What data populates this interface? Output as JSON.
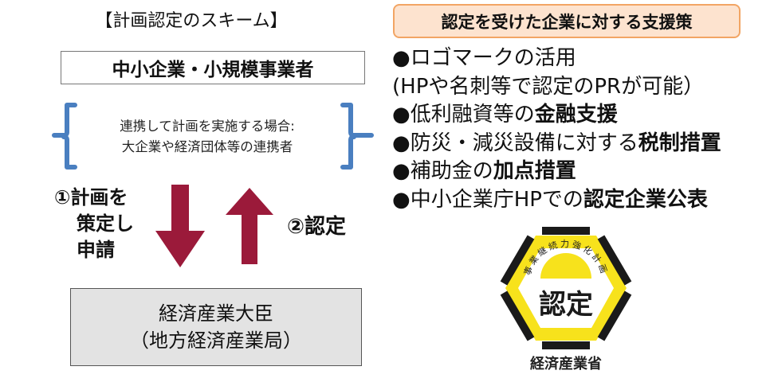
{
  "scheme": {
    "title": "【計画認定のスキーム】",
    "applicant": "中小企業・小規模事業者",
    "partner_lines": [
      "連携して計画を実施する場合:",
      "大企業や経済団体等の連携者"
    ],
    "step1_lines": [
      "①計画を",
      "策定し",
      "申請"
    ],
    "step2": "②認定",
    "minister_lines": [
      "経済産業大臣",
      "（地方経済産業局）"
    ],
    "colors": {
      "arrow": "#9b1a3a",
      "brace": "#4a7fc0",
      "minister_bg": "#e3e3e3"
    }
  },
  "support": {
    "header": "認定を受けた企業に対する支援策",
    "items": [
      {
        "bullet": "●",
        "text": "ロゴマークの活用",
        "bold": ""
      },
      {
        "bullet": "",
        "text": "(HPや名刺等で認定のPRが可能）",
        "bold": ""
      },
      {
        "bullet": "●",
        "text": "低利融資等の",
        "bold": "金融支援"
      },
      {
        "bullet": "●",
        "text": "防災・減災設備に対する",
        "bold": "税制措置"
      },
      {
        "bullet": "●",
        "text": "補助金の",
        "bold": "加点措置"
      },
      {
        "bullet": "●",
        "text": "中小企業庁HPでの",
        "bold": "認定企業公表"
      }
    ],
    "colors": {
      "header_bg": "#fde3cf",
      "header_border": "#f2a564"
    }
  },
  "logo": {
    "arc_text": "事業継続力強化計画",
    "center_text": "認定",
    "caption": "経済産業省",
    "colors": {
      "yellow": "#f7e21c",
      "black": "#1a1a1a"
    }
  }
}
